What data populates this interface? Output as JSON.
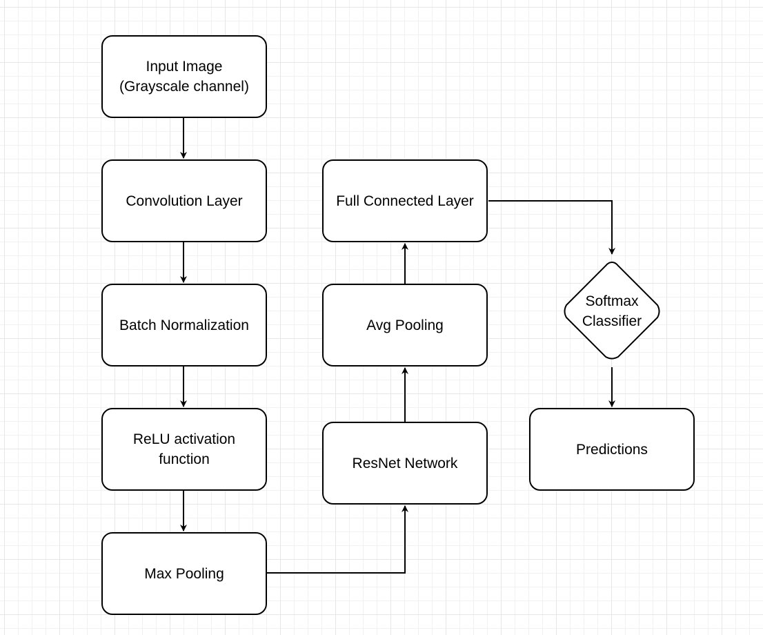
{
  "diagram": {
    "nodes": {
      "input_image": "Input Image\n(Grayscale channel)",
      "convolution_layer": "Convolution Layer",
      "batch_normalization": "Batch Normalization",
      "relu_activation": "ReLU activation\nfunction",
      "max_pooling": "Max Pooling",
      "resnet_network": "ResNet Network",
      "avg_pooling": "Avg Pooling",
      "full_connected_layer": "Full Connected Layer",
      "softmax_classifier": "Softmax\nClassifier",
      "predictions": "Predictions"
    },
    "edges": [
      {
        "from": "Input Image",
        "to": "Convolution Layer"
      },
      {
        "from": "Convolution Layer",
        "to": "Batch Normalization"
      },
      {
        "from": "Batch Normalization",
        "to": "ReLU activation function"
      },
      {
        "from": "ReLU activation function",
        "to": "Max Pooling"
      },
      {
        "from": "Max Pooling",
        "to": "ResNet Network"
      },
      {
        "from": "ResNet Network",
        "to": "Avg Pooling"
      },
      {
        "from": "Avg Pooling",
        "to": "Full Connected Layer"
      },
      {
        "from": "Full Connected Layer",
        "to": "Softmax Classifier"
      },
      {
        "from": "Softmax Classifier",
        "to": "Predictions"
      }
    ]
  },
  "colors": {
    "stroke": "#000000",
    "fill": "#ffffff",
    "grid": "#e6e6e6"
  }
}
